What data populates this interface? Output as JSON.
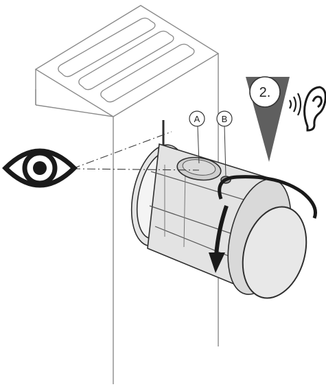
{
  "callouts": {
    "a": "A",
    "b": "B"
  },
  "step": {
    "label": "2."
  },
  "icons": {
    "observe": "eye-icon",
    "listen": "ear-icon",
    "sound": "sound-waves-icon",
    "rotate": "rotation-arrow-icon"
  },
  "colors": {
    "line": "#3a3a3a",
    "stroke_light": "#8a8a8a",
    "wedge": "#5f5f5f",
    "fill_light": "#e6e6e6",
    "fill_mid": "#cfcfcf",
    "background": "#ffffff"
  }
}
